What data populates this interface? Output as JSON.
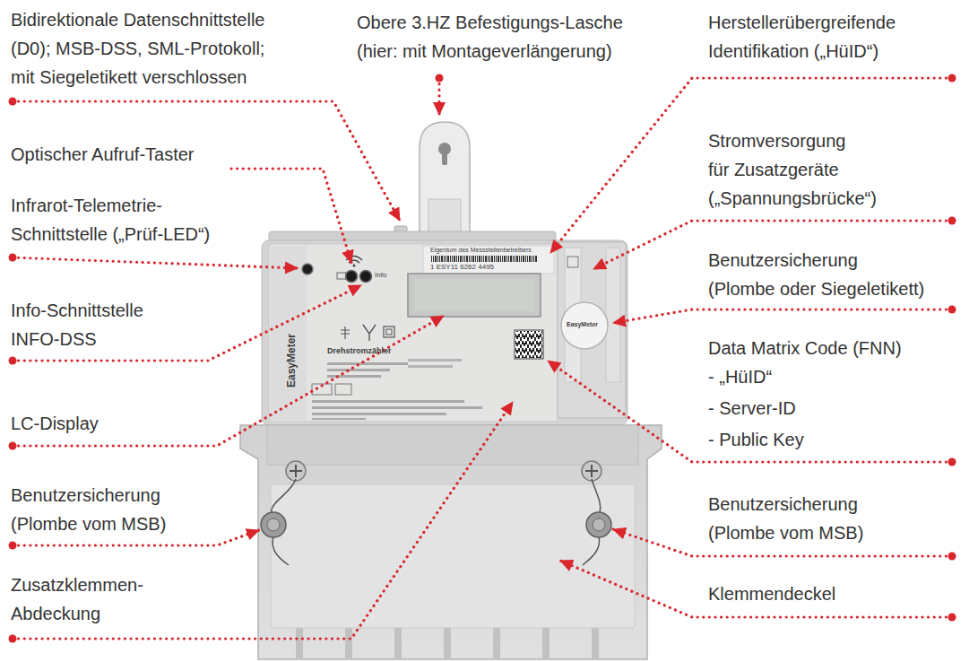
{
  "diagram": {
    "labels": [
      "Bidirektionale Datenschnittstelle (D0); MSB-DSS, SML-Protokoll; mit Siegeletikett verschlossen",
      "Obere 3.HZ Befestigungs-Lasche (hier: mit Montageverlängerung)",
      "Herstellerübergreifende Identifikation („HüID“)",
      "Optischer Aufruf-Taster",
      "Stromversorgung für Zusatzgeräte („Spannungsbrücke“)",
      "Infrarot-Telemetrie- Schnittstelle („Prüf-LED“)",
      "Benutzersicherung (Plombe oder Siegeletikett)",
      "Info-Schnittstelle INFO-DSS",
      "Data Matrix Code (FNN)",
      "- „HüID“",
      "- Server-ID",
      "- Public Key",
      "LC-Display",
      "Benutzersicherung (Plombe vom MSB)",
      "Benutzersicherung (Plombe vom MSB)",
      "Zusatzklemmen- Abdeckung",
      "Klemmendeckel",
      "Eigentum des Messstellenbetreibers",
      "1 ESY11 6262 4495",
      "Info",
      "EasyMeter",
      "Drehstromzähler",
      "EasyMeter"
    ]
  }
}
